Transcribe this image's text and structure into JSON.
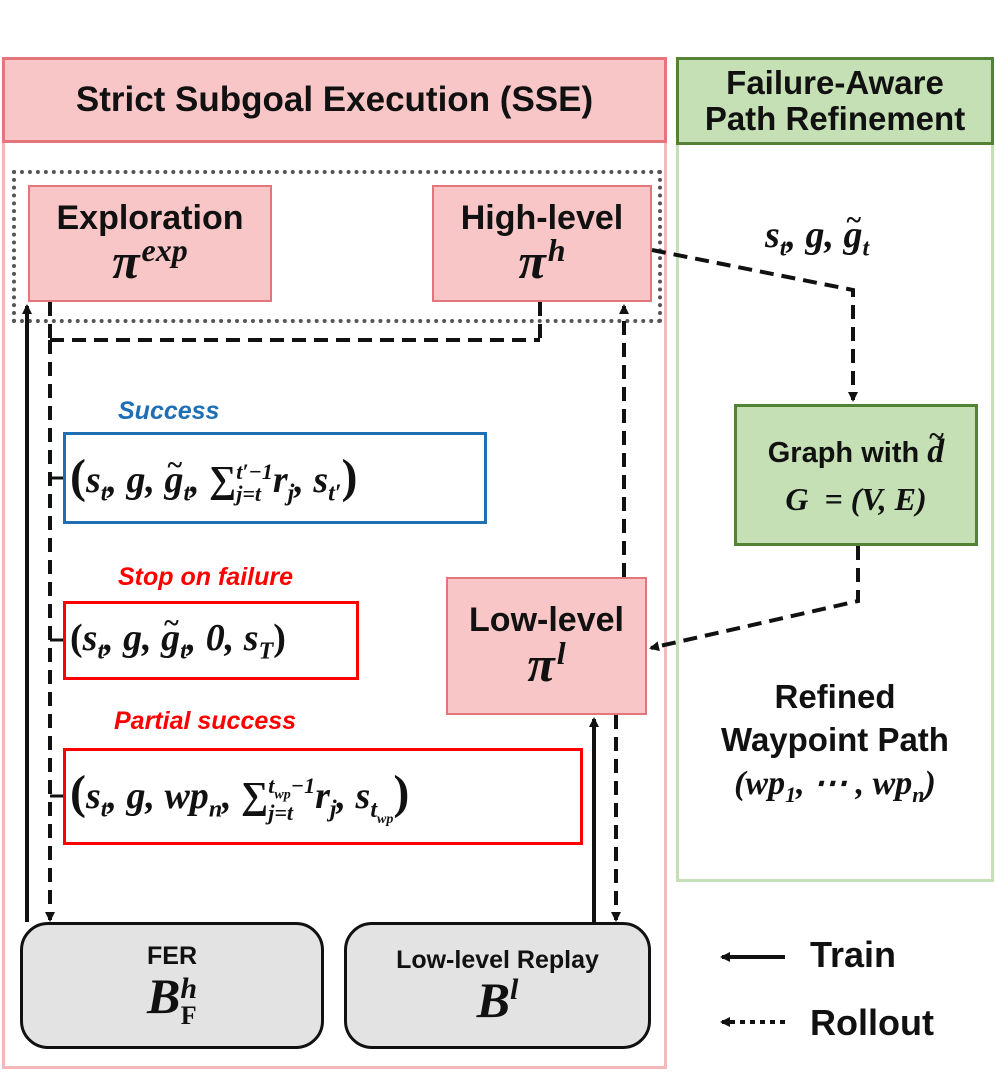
{
  "sse": {
    "title": "Strict Subgoal Execution (SSE)"
  },
  "fapr": {
    "title_line1": "Failure-Aware",
    "title_line2": "Path Refinement"
  },
  "exploration": {
    "label": "Exploration",
    "symbol": "π",
    "sup": "exp"
  },
  "high_level": {
    "label": "High-level",
    "symbol": "π",
    "sup": "h"
  },
  "low_level": {
    "label": "Low-level",
    "symbol": "π",
    "sup": "l"
  },
  "state_input": {
    "text": "s",
    "sub1": "t",
    "mid": ", g, ",
    "gtilde": "g",
    "sub2": "t"
  },
  "graph": {
    "line1": "Graph with ",
    "dtilde": "d",
    "line2": "G  = (V, E)"
  },
  "refined_path": {
    "line1": "Refined",
    "line2": "Waypoint Path",
    "line3_open": "(wp",
    "line3_sub1": "1",
    "line3_mid": ", ⋯ , wp",
    "line3_sub2": "n",
    "line3_close": ")"
  },
  "success": {
    "label": "Success",
    "color": "#1f6fb5",
    "t_s": "s",
    "t_sub_t": "t",
    "t_g": ", g, ",
    "t_gt": "g",
    "t_sub_gt": "t",
    "t_comma": ", ",
    "t_sum": "∑",
    "t_sum_sup": "t′−1",
    "t_sum_sub": "j=t",
    "t_r": "r",
    "t_r_sub": "j",
    "t_comma2": ", s",
    "t_last_sub": "t′",
    "t_close": ")",
    "t_open": "("
  },
  "stop_failure": {
    "label": "Stop on failure",
    "color": "#ff0000",
    "t_open": "(",
    "t_s": "s",
    "t_sub_t": "t",
    "t_g": ", g, ",
    "t_gt": "g",
    "t_sub_gt": "t",
    "t_zero": ", 0, s",
    "t_sub_T": "T",
    "t_close": ")"
  },
  "partial_success": {
    "label": "Partial success",
    "color": "#ff0000",
    "t_open": "(",
    "t_s": "s",
    "t_sub_t": "t",
    "t_g": ", g, wp",
    "t_sub_n": "n",
    "t_comma": ", ",
    "t_sum": "∑",
    "t_sum_sup": "t",
    "t_sum_sup_sub": "wp",
    "t_sum_sup_tail": "−1",
    "t_sum_sub": "j=t",
    "t_r": "r",
    "t_r_sub": "j",
    "t_comma2": ", s",
    "t_last_sub": "t",
    "t_last_subsub": "wp",
    "t_close": ")"
  },
  "fer_buffer": {
    "label": "FER",
    "symbol": "B",
    "sup": "h",
    "sub": "F"
  },
  "low_replay": {
    "label": "Low-level Replay",
    "symbol": "B",
    "sup": "l"
  },
  "legend": {
    "train": "Train",
    "rollout": "Rollout"
  },
  "colors": {
    "pink_fill": "#f8c6c7",
    "pink_border": "#e4757a",
    "green_fill": "#c5e0b4",
    "green_border": "#548235",
    "gray_fill": "#e3e3e3"
  }
}
